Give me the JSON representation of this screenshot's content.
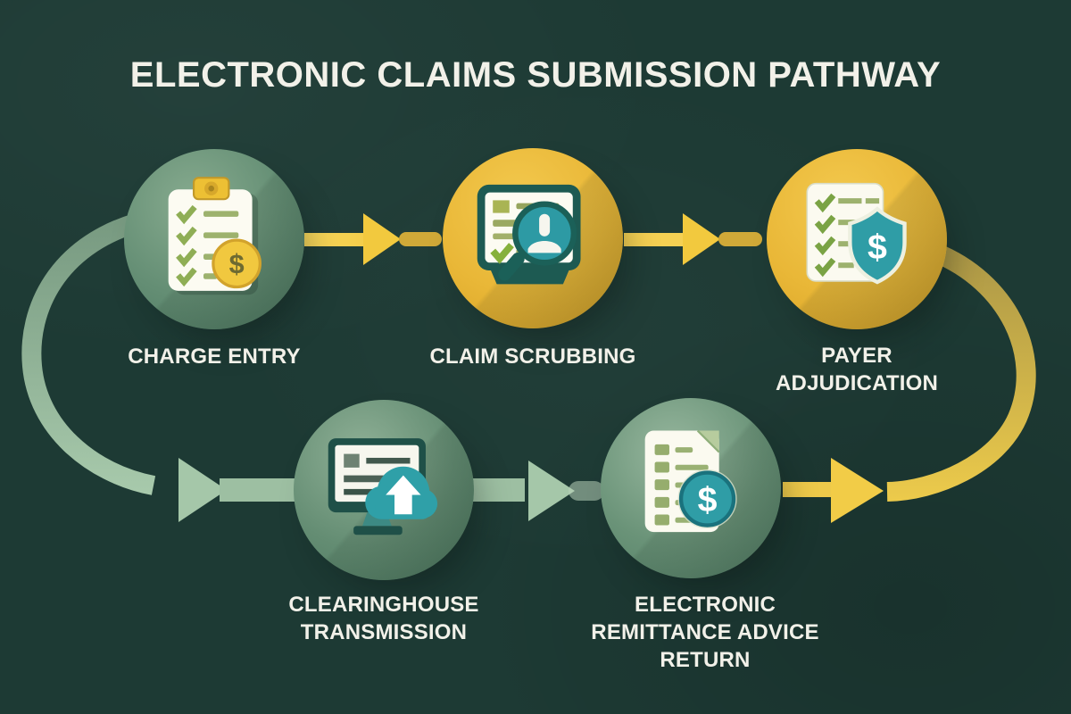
{
  "title": "ELECTRONIC CLAIMS SUBMISSION PATHWAY",
  "glyphs": {
    "dollar": "$"
  },
  "steps": [
    {
      "label": "CHARGE ENTRY",
      "icon": "clipboard-checklist-dollar",
      "circle_color": "green"
    },
    {
      "label": "CLAIM SCRUBBING",
      "icon": "document-magnifier-person",
      "circle_color": "yellow"
    },
    {
      "label": "PAYER ADJUDICATION",
      "icon": "document-shield-dollar",
      "circle_color": "yellow"
    },
    {
      "label": "CLEARINGHOUSE TRANSMISSION",
      "icon": "monitor-cloud-upload",
      "circle_color": "green"
    },
    {
      "label": "ELECTRONIC REMITTANCE ADVICE RETURN",
      "icon": "document-dollar-coin",
      "circle_color": "green"
    }
  ],
  "connections": [
    {
      "from": "CHARGE ENTRY",
      "to": "CLAIM SCRUBBING",
      "style": "straight-arrow",
      "color": "#f2c93e"
    },
    {
      "from": "CLAIM SCRUBBING",
      "to": "PAYER ADJUDICATION",
      "style": "straight-arrow",
      "color": "#f2c93e"
    },
    {
      "from": "CHARGE ENTRY",
      "to": "CLEARINGHOUSE TRANSMISSION",
      "style": "curved-arrow-left",
      "color": "#9dbfa2"
    },
    {
      "from": "CLEARINGHOUSE TRANSMISSION",
      "to": "ELECTRONIC REMITTANCE ADVICE RETURN",
      "style": "straight-arrow",
      "color": "#a5c7a9"
    },
    {
      "from": "ELECTRONIC REMITTANCE ADVICE RETURN",
      "to": "PAYER ADJUDICATION",
      "style": "curved-arrow-right",
      "color": "#ecca4b"
    }
  ],
  "colors": {
    "background": "#1d3a34",
    "text": "#f2f1e9",
    "green_circle": "#648e74",
    "yellow_circle": "#e9b737",
    "teal_accent": "#2f9da6",
    "arrow_yellow": "#f4cf4e",
    "arrow_green": "#a5c7a9",
    "curve_gold": "#ecca4b",
    "curve_sage": "#a8caac"
  }
}
